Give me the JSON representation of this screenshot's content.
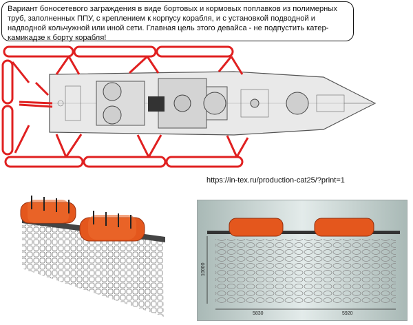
{
  "caption": {
    "text": "Вариант боносетевого заграждения в виде бортовых и кормовых поплавков из полимерных труб, заполненных ППУ, с креплением к корпусу корабля, и с установкой подводной и надводной кольчужной или иной сети. Главная цель этого девайса - не подпустить катер-камикадзе к борту корабля!"
  },
  "source_url": "https://in-tex.ru/production-cat25/?print=1",
  "drawing": {
    "dim_vertical": "10000",
    "dim_left": "5830",
    "dim_right": "5920"
  },
  "colors": {
    "float_red": "#e02020",
    "float_orange": "#e4571d",
    "ship_grey": "#e8e8e8",
    "drawing_bg": "#d9e3e1"
  }
}
